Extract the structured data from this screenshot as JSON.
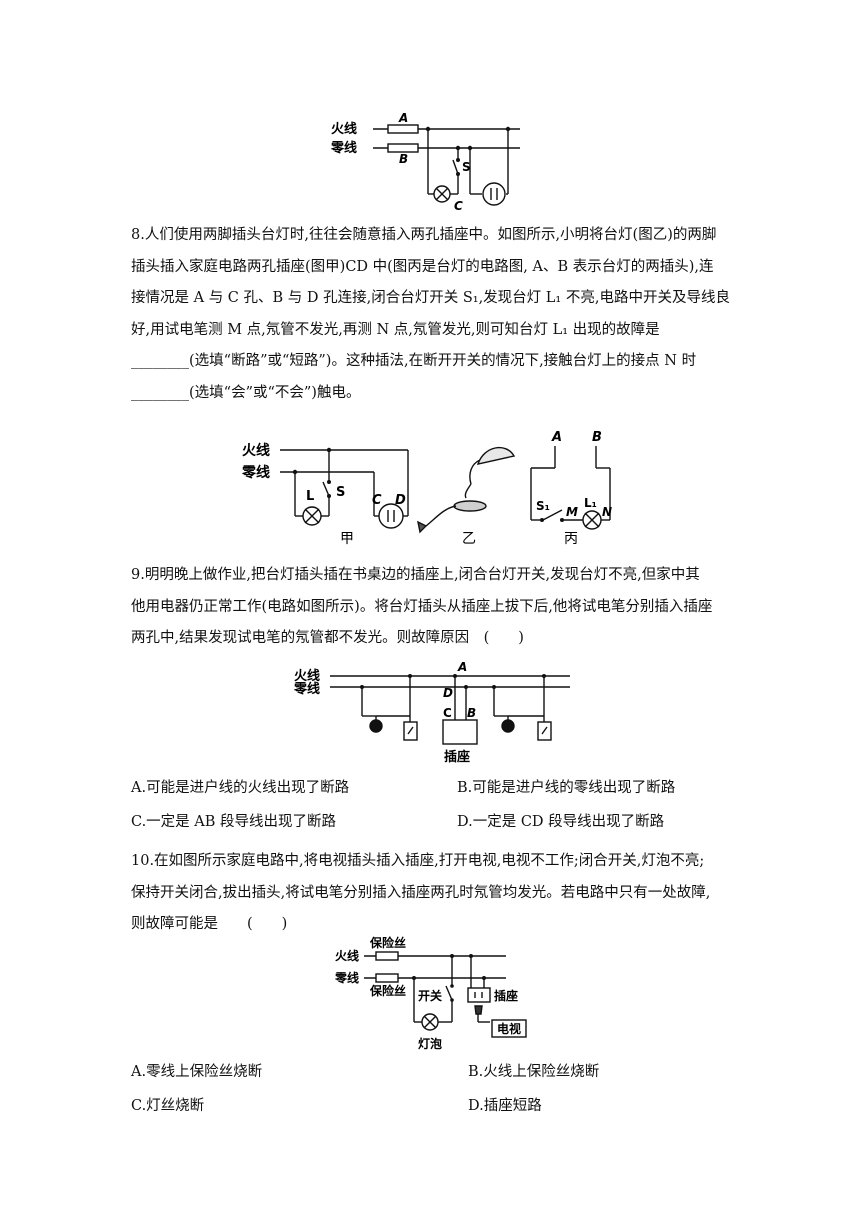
{
  "fig7": {
    "live": "火线",
    "neutral": "零线",
    "A": "A",
    "B": "B",
    "S": "S",
    "C": "C"
  },
  "q8": {
    "lines": [
      "8.人们使用两脚插头台灯时,往往会随意插入两孔插座中。如图所示,小明将台灯(图乙)的两脚",
      "插头插入家庭电路两孔插座(图甲)CD 中(图丙是台灯的电路图, A、B 表示台灯的两插头),连",
      "接情况是 A 与 C 孔、B 与 D 孔连接,闭合台灯开关 S₁,发现台灯 L₁ 不亮,电路中开关及导线良",
      "好,用试电笔测 M 点,氖管不发光,再测 N 点,氖管发光,则可知台灯 L₁ 出现的故障是",
      "________(选填“断路”或“短路”)。这种插法,在断开开关的情况下,接触台灯上的接点 N 时",
      "________(选填“会”或“不会”)触电。"
    ],
    "fig": {
      "live": "火线",
      "neutral": "零线",
      "L": "L",
      "S": "S",
      "C": "C",
      "D": "D",
      "jia": "甲",
      "yi": "乙",
      "bing": "丙",
      "A": "A",
      "B": "B",
      "S1": "S₁",
      "M": "M",
      "L1": "L₁",
      "N": "N"
    }
  },
  "q9": {
    "lines": [
      "9.明明晚上做作业,把台灯插头插在书桌边的插座上,闭合台灯开关,发现台灯不亮,但家中其",
      "他用电器仍正常工作(电路如图所示)。将台灯插头从插座上拔下后,他将试电笔分别插入插座",
      "两孔中,结果发现试电笔的氖管都不发光。则故障原因　(　　)"
    ],
    "fig": {
      "live": "火线",
      "neutral": "零线",
      "A": "A",
      "D": "D",
      "C": "C",
      "B": "B",
      "socket": "插座"
    },
    "options": {
      "A": "A.可能是进户线的火线出现了断路",
      "B": "B.可能是进户线的零线出现了断路",
      "C": "C.一定是 AB 段导线出现了断路",
      "D": "D.一定是 CD 段导线出现了断路"
    }
  },
  "q10": {
    "lines": [
      "10.在如图所示家庭电路中,将电视插头插入插座,打开电视,电视不工作;闭合开关,灯泡不亮;",
      "保持开关闭合,拔出插头,将试电笔分别插入插座两孔时氖管均发光。若电路中只有一处故障,",
      "则故障可能是　　(　　)"
    ],
    "fig": {
      "live": "火线",
      "fuse1": "保险丝",
      "neutral": "零线",
      "fuse2": "保险丝",
      "switch": "开关",
      "socket": "插座",
      "tv": "电视",
      "bulb": "灯泡"
    },
    "options": {
      "A": "A.零线上保险丝烧断",
      "B": "B.火线上保险丝烧断",
      "C": "C.灯丝烧断",
      "D": "D.插座短路"
    }
  }
}
